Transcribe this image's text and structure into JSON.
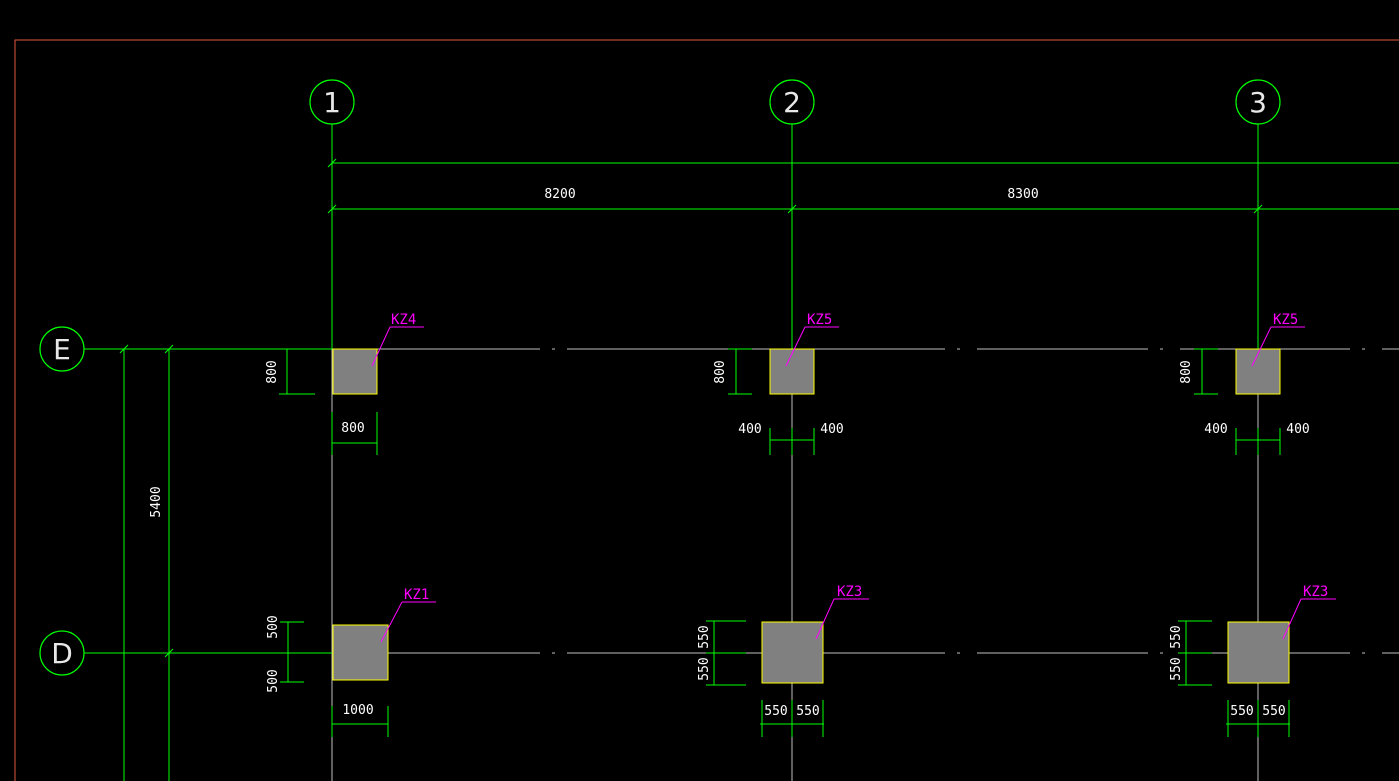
{
  "drawing": {
    "colors": {
      "background": "#000000",
      "border": "#e05a3a",
      "grid_line": "#00ff00",
      "axis_line": "#bfbfbf",
      "column_fill": "#808080",
      "column_outline": "#ffff00",
      "tag": "#ff00ff",
      "dim_text": "#ffffff"
    },
    "axes_vertical": [
      {
        "label": "1"
      },
      {
        "label": "2"
      },
      {
        "label": "3"
      }
    ],
    "axes_horizontal": [
      {
        "label": "E"
      },
      {
        "label": "D"
      }
    ],
    "spacing_dimensions": [
      {
        "value": "8200",
        "between": "1-2"
      },
      {
        "value": "8300",
        "between": "2-3"
      }
    ],
    "vertical_dimension": {
      "value": "5400",
      "between": "E-D"
    },
    "columns": [
      {
        "id": "KZ4",
        "axis": "1-E",
        "width_dims": [
          "800"
        ],
        "height_dims": [
          "800"
        ]
      },
      {
        "id": "KZ5",
        "axis": "2-E",
        "width_dims": [
          "400",
          "400"
        ],
        "height_dims": [
          "800"
        ]
      },
      {
        "id": "KZ5",
        "axis": "3-E",
        "width_dims": [
          "400",
          "400"
        ],
        "height_dims": [
          "800"
        ]
      },
      {
        "id": "KZ1",
        "axis": "1-D",
        "width_dims": [
          "1000"
        ],
        "height_dims": [
          "500",
          "500"
        ]
      },
      {
        "id": "KZ3",
        "axis": "2-D",
        "width_dims": [
          "550",
          "550"
        ],
        "height_dims": [
          "550",
          "550"
        ]
      },
      {
        "id": "KZ3",
        "axis": "3-D",
        "width_dims": [
          "550",
          "550"
        ],
        "height_dims": [
          "550",
          "550"
        ]
      }
    ]
  }
}
